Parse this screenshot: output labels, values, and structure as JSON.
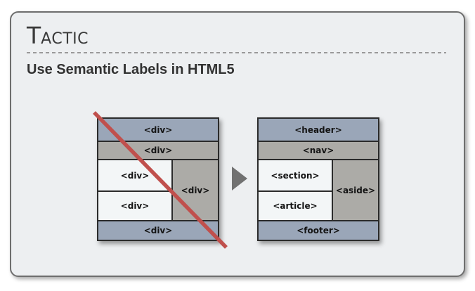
{
  "slide": {
    "title_initial": "T",
    "title_rest": "actic",
    "subtitle": "Use Semantic Labels in HTML5"
  },
  "before_diagram": {
    "header": "<div>",
    "nav": "<div>",
    "section": "<div>",
    "article": "<div>",
    "aside": "<div>",
    "footer": "<div>"
  },
  "after_diagram": {
    "header": "<header>",
    "nav": "<nav>",
    "section": "<section>",
    "article": "<article>",
    "aside": "<aside>",
    "footer": "<footer>"
  },
  "colors": {
    "band_bluegray": "#9aa6b8",
    "band_gray": "#acaba7",
    "band_light": "#f3f6f7",
    "strike_red": "#c0504d",
    "arrow_gray": "#717171",
    "card_background": "#edeff1"
  }
}
